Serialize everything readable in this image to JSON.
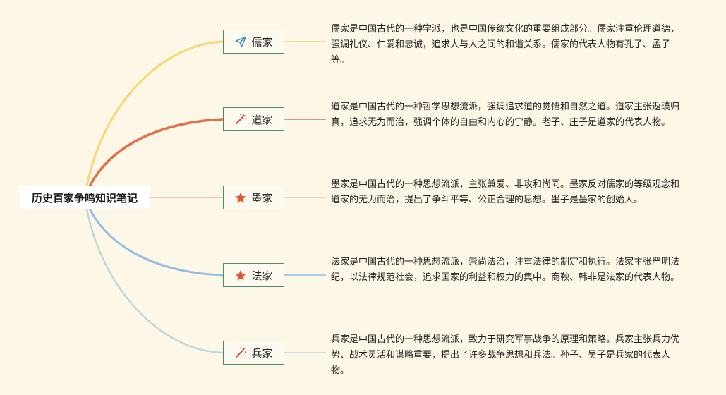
{
  "root": {
    "title": "历史百家争鸣知识笔记"
  },
  "branches": [
    {
      "label": "儒家",
      "icon": "paper-plane-icon",
      "color": "#f7d774",
      "description": "儒家是中国古代的一种学派，也是中国传统文化的重要组成部分。儒家注重伦理道德，强调礼仪、仁爱和忠诚，追求人与人之间的和谐关系。儒家的代表人物有孔子、孟子等。"
    },
    {
      "label": "道家",
      "icon": "magic-wand-icon",
      "color": "#e0714a",
      "description": "道家是中国古代的一种哲学思想流派，强调追求道的觉悟和自然之道。道家主张返璞归真，追求无为而治，强调个体的自由和内心的宁静。老子、庄子是道家的代表人物。"
    },
    {
      "label": "墨家",
      "icon": "star-icon",
      "color": "#f4c2b8",
      "description": "墨家是中国古代的一种思想流派，主张兼爱、非攻和尚同。墨家反对儒家的等级观念和道家的无为而治，提出了争斗平等、公正合理的思想。墨子是墨家的创始人。"
    },
    {
      "label": "法家",
      "icon": "star-icon",
      "color": "#94bde3",
      "description": "法家是中国古代的一种思想流派，崇尚法治，注重法律的制定和执行。法家主张严明法纪，以法律规范社会，追求国家的利益和权力的集中。商鞅、韩非是法家的代表人物。"
    },
    {
      "label": "兵家",
      "icon": "magic-wand-icon",
      "color": "#bcd8d8",
      "description": "兵家是中国古代的一种思想流派，致力于研究军事战争的原理和策略。兵家主张兵力优势、战术灵活和谋略重要，提出了许多战争思想和兵法。孙子、吴子是兵家的代表人物。"
    }
  ]
}
